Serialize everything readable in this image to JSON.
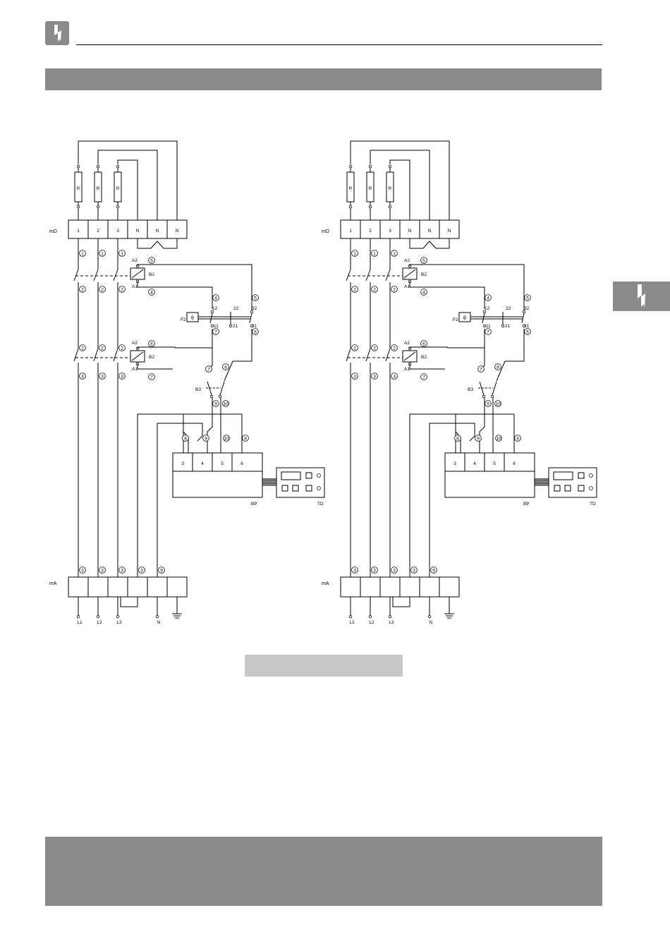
{
  "schematic": {
    "supply_terminal_label": "mD",
    "output_terminal_label": "mA",
    "resistor_label": "R",
    "supply_terminals": [
      "1",
      "2",
      "3",
      "N",
      "N",
      "N"
    ],
    "contactor_label": "B2",
    "coil_top": "A2",
    "coil_bottom": "A1",
    "thermal_relay_label": "F2",
    "theta_symbol": "θ",
    "relay_contacts": [
      "12",
      "22",
      "32",
      "11",
      "21",
      "31"
    ],
    "selector_label": "B3",
    "board_label": "BP",
    "board_terminals": [
      "3",
      "4",
      "5",
      "6"
    ],
    "display_label": "TD",
    "line_labels": [
      "L1",
      "L2",
      "L3",
      "N"
    ],
    "wire_numbers": [
      "1",
      "2",
      "3",
      "4",
      "5",
      "6",
      "7",
      "8",
      "9",
      "10"
    ]
  }
}
